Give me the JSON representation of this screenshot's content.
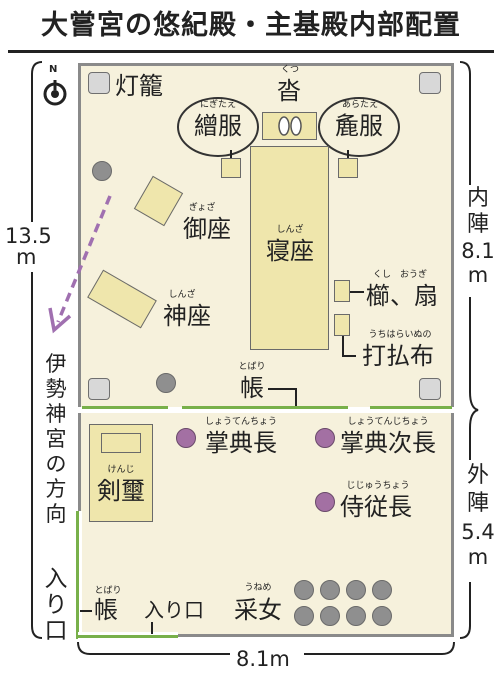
{
  "title": "大嘗宮の悠紀殿・主基殿内部配置",
  "outer_width": "8.1m",
  "total_depth": {
    "value": "13.5",
    "unit": "m"
  },
  "naijin": {
    "chars": [
      "内",
      "陣"
    ],
    "value": "8.1",
    "unit": "m"
  },
  "gejin": {
    "chars": [
      "外",
      "陣"
    ],
    "value": "5.4",
    "unit": "m"
  },
  "compass": {
    "letter": "N",
    "icon": "north-arrow-icon"
  },
  "ise_direction": [
    "伊",
    "勢",
    "神",
    "宮",
    "の",
    "方",
    "向"
  ],
  "entrance_side": [
    "入",
    "り",
    "口"
  ],
  "items": {
    "tourou": {
      "label": "灯籠"
    },
    "kutsu": {
      "label": "沓",
      "ruby": "くつ"
    },
    "nigitae": {
      "label": "繒服",
      "ruby": "にぎたえ"
    },
    "aratae": {
      "label": "麁服",
      "ruby": "あらたえ"
    },
    "gyoza": {
      "label": "御座",
      "ruby": "ぎょざ"
    },
    "shinza_bed": {
      "label": "寝座",
      "ruby": "しんざ"
    },
    "shinza_god": {
      "label": "神座",
      "ruby": "しんざ"
    },
    "kushi_ougi": {
      "label": "櫛、扇",
      "ruby": "くし　おうぎ"
    },
    "uchiharai": {
      "label": "打払布",
      "ruby": "うちはらいぬの"
    },
    "tobari_top": {
      "label": "帳",
      "ruby": "とばり"
    },
    "shoutenchou": {
      "label": "掌典長",
      "ruby": "しょうてんちょう"
    },
    "shoutenjichou": {
      "label": "掌典次長",
      "ruby": "しょうてんじちょう"
    },
    "jijuuchou": {
      "label": "侍従長",
      "ruby": "じじゅうちょう"
    },
    "kenji": {
      "label": "剣璽",
      "ruby": "けんじ"
    },
    "tobari_bottom": {
      "label": "帳",
      "ruby": "とばり"
    },
    "entrance_bottom": {
      "label": "入り口"
    },
    "uneme": {
      "label": "采女",
      "ruby": "うねめ"
    }
  },
  "colors": {
    "floor": "#f6f1dc",
    "mat": "#efe6ac",
    "curtain": "#78b04a",
    "official": "#a370a3",
    "lantern": "#8f8f8f",
    "arrow": "#a070b0"
  }
}
